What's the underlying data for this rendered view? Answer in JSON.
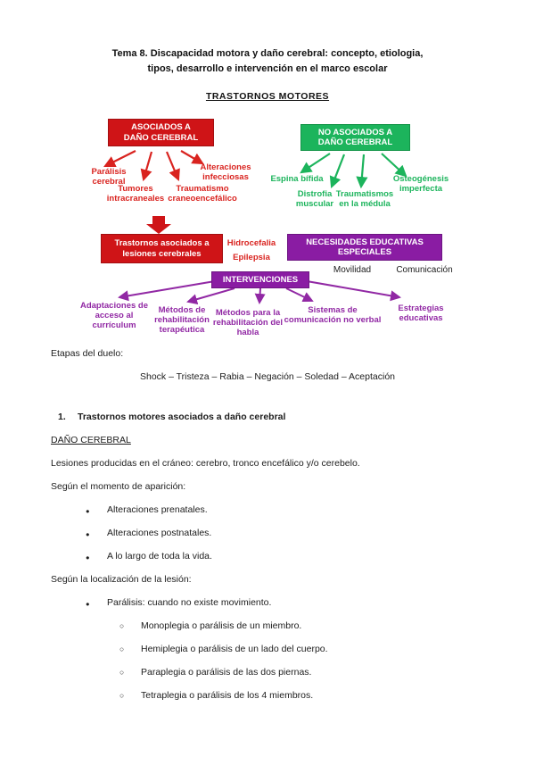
{
  "header": {
    "title_line1": "Tema 8. Discapacidad motora y daño cerebral: concepto, etiologia,",
    "title_line2": "tipos, desarrollo e intervención en el marco escolar",
    "subtitle": "TRASTORNOS MOTORES"
  },
  "diagram": {
    "associated_box": "ASOCIADOS A\nDAÑO CEREBRAL",
    "not_associated_box": "NO ASOCIADOS A\nDAÑO CEREBRAL",
    "red_branches": [
      "Parálisis\ncerebral",
      "Tumores\nintracraneales",
      "Traumatismo\ncraneoencefálico",
      "Alteraciones\ninfecciosas"
    ],
    "green_branches": [
      "Espina bífida",
      "Distrofia\nmuscular",
      "Traumatismos\nen la médula",
      "Osteogénesis\nimperfecta"
    ],
    "lesions_box": "Trastornos asociados a\nlesiones cerebrales",
    "lesions_note": "Hidrocefalia\nEpilepsia",
    "needs_box": "NECESIDADES EDUCATIVAS\nESPECIALES",
    "needs_items": [
      "Movilidad",
      "Comunicación"
    ],
    "interventions_box": "INTERVENCIONES",
    "interventions": [
      "Adaptaciones de\nacceso al\ncurrículum",
      "Métodos de\nrehabilitación\nterapéutica",
      "Métodos para la\nrehabilitación del habla",
      "Sistemas de\ncomunicación no verbal",
      "Estrategias\neducativas"
    ],
    "colors": {
      "red": "#cf1417",
      "green": "#1cb45c",
      "purple": "#8a1ca3"
    }
  },
  "body": {
    "etapas_label": "Etapas del duelo:",
    "etapas_sequence": "Shock – Tristeza – Rabia – Negación – Soledad – Aceptación",
    "section1_number": "1.",
    "section1_title": "Trastornos motores asociados a daño cerebral",
    "dano_heading": "DAÑO CEREBRAL",
    "para_lesiones": "Lesiones producidas en el cráneo: cerebro, tronco encefálico y/o cerebelo.",
    "para_momento": "Según el momento de aparición:",
    "bullets_momento": [
      "Alteraciones prenatales.",
      "Alteraciones postnatales.",
      "A lo largo de toda la vida."
    ],
    "para_localizacion": "Según la localización de la lesión:",
    "bullet_paralisis": "Parálisis: cuando no existe movimiento.",
    "subbullets_paralisis": [
      "Monoplegia o parálisis de un miembro.",
      "Hemiplegia o parálisis de un lado del cuerpo.",
      "Paraplegia o parálisis de las dos piernas.",
      "Tetraplegia o parálisis de los 4 miembros."
    ]
  }
}
